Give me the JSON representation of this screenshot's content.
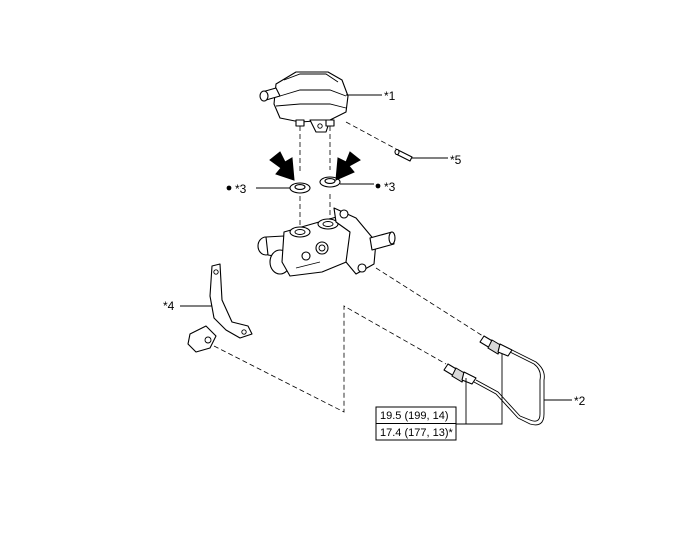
{
  "callouts": {
    "c1": "*1",
    "c2": "*2",
    "c3a": "*3",
    "c3b": "*3",
    "c4": "*4",
    "c5": "*5"
  },
  "torque": {
    "line1": "19.5 (199, 14)",
    "line2": "17.4 (177, 13)*"
  },
  "colors": {
    "ink": "#000000",
    "paper": "#ffffff",
    "shade": "#d9d9d9"
  },
  "icons": {
    "replace_marker": "filled-dot",
    "install_arrow": "black-arrow"
  }
}
